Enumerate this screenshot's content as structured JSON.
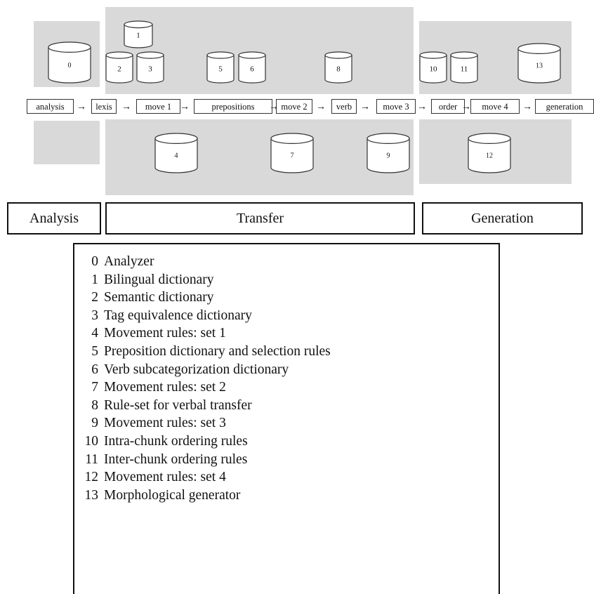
{
  "pipeline": {
    "steps": [
      "analysis",
      "lexis",
      "move 1",
      "prepositions",
      "move 2",
      "verb",
      "move 3",
      "order",
      "move 4",
      "generation"
    ],
    "arrow": "→"
  },
  "resources": {
    "above": [
      "0",
      "1",
      "2",
      "3",
      "5",
      "6",
      "8",
      "10",
      "11",
      "13"
    ],
    "below": [
      "4",
      "7",
      "9",
      "12"
    ]
  },
  "stages": {
    "analysis": "Analysis",
    "transfer": "Transfer",
    "generation": "Generation"
  },
  "legend": {
    "items": [
      {
        "num": "0",
        "label": "Analyzer"
      },
      {
        "num": "1",
        "label": "Bilingual dictionary"
      },
      {
        "num": "2",
        "label": "Semantic dictionary"
      },
      {
        "num": "3",
        "label": "Tag equivalence dictionary"
      },
      {
        "num": "4",
        "label": "Movement rules: set 1"
      },
      {
        "num": "5",
        "label": "Preposition dictionary and selection rules"
      },
      {
        "num": "6",
        "label": "Verb subcategorization dictionary"
      },
      {
        "num": "7",
        "label": "Movement rules: set 2"
      },
      {
        "num": "8",
        "label": "Rule-set for verbal transfer"
      },
      {
        "num": "9",
        "label": "Movement rules: set 3"
      },
      {
        "num": "10",
        "label": "Intra-chunk ordering rules"
      },
      {
        "num": "11",
        "label": "Inter-chunk ordering rules"
      },
      {
        "num": "12",
        "label": "Movement rules: set 4"
      },
      {
        "num": "13",
        "label": "Morphological generator"
      }
    ]
  },
  "colors": {
    "band": "#d9d9d9",
    "stroke": "#333333"
  }
}
